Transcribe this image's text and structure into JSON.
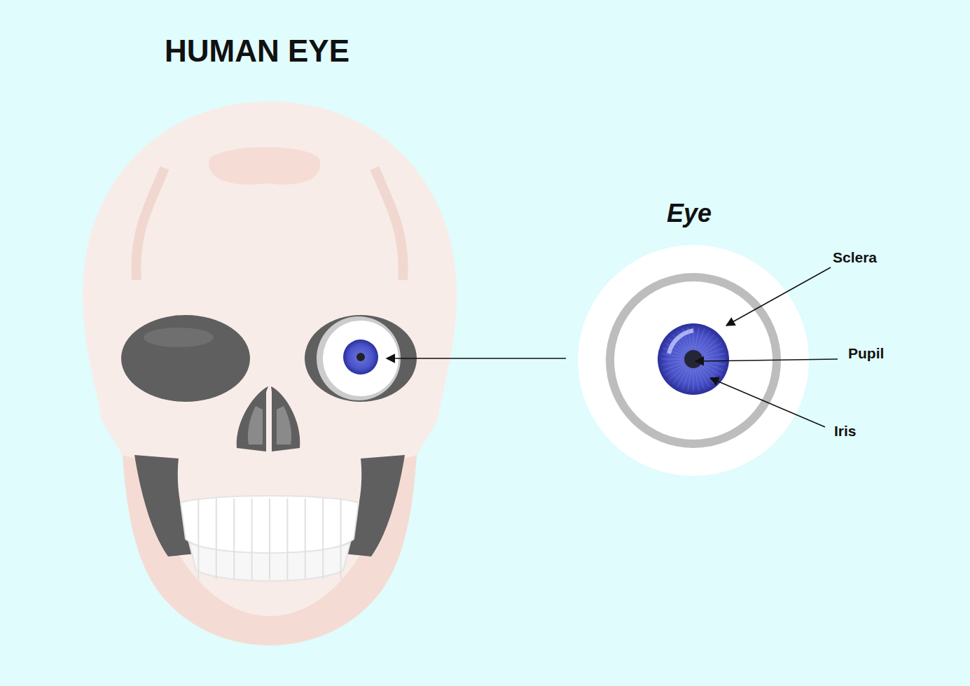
{
  "diagram": {
    "title": "HUMAN EYE",
    "labels": [
      "Eye",
      "Sclera",
      "Pupil",
      "Iris"
    ]
  }
}
